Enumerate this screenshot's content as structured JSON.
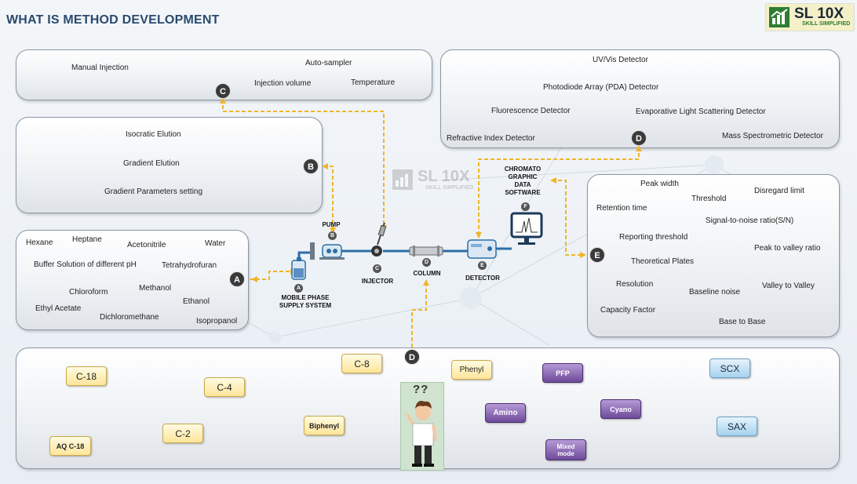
{
  "title": "WHAT IS METHOD  DEVELOPMENT",
  "logo": {
    "name": "SL 10X",
    "tagline": "SKILL SIMPLIFIED",
    "green": "#2e7d32",
    "dark": "#1c2a35",
    "background": "#f4f0c8"
  },
  "watermark": {
    "name": "SL 10X",
    "tagline": "SKILL SIMPLIFIED"
  },
  "colors": {
    "connector": "#f0b429",
    "badge": "#3a3a3a",
    "panel_border": "#8a97a6",
    "title": "#2a4a6e"
  },
  "injection_panel": {
    "badge": "C",
    "items": [
      "Manual Injection",
      "Auto-sampler",
      "Injection volume",
      "Temperature"
    ]
  },
  "elution_panel": {
    "badge": "B",
    "items": [
      "Isocratic Elution",
      "Gradient Elution",
      "Gradient Parameters setting"
    ]
  },
  "solvent_panel": {
    "badge": "A",
    "items": [
      "Hexane",
      "Heptane",
      "Acetonitrile",
      "Water",
      "Buffer Solution of different pH",
      "Tetrahydrofuran",
      "Chloroform",
      "Methanol",
      "Ethyl Acetate",
      "Ethanol",
      "Dichloromethane",
      "Isopropanol"
    ]
  },
  "detector_panel": {
    "badge": "D",
    "items": [
      "UV/Vis Detector",
      "Photodiode Array (PDA) Detector",
      "Fluorescence Detector",
      "Evaporative Light Scattering Detector",
      "Refractive Index Detector",
      "Mass Spectrometric Detector"
    ]
  },
  "software_panel": {
    "badge": "E",
    "items": [
      "Peak width",
      "Threshold",
      "Disregard limit",
      "Retention time",
      "Signal-to-noise ratio(S/N)",
      "Reporting threshold",
      "Peak to valley ratio",
      "Theoretical Plates",
      "Resolution",
      "Baseline noise",
      "Valley to Valley",
      "Capacity Factor",
      "Base to Base"
    ]
  },
  "hplc": {
    "mobile_phase": {
      "badge": "A",
      "caption": "MOBILE PHASE\nSUPPLY SYSTEM"
    },
    "pump": {
      "badge": "B",
      "caption": "PUMP"
    },
    "injector": {
      "badge": "C",
      "caption": "INJECTOR"
    },
    "column": {
      "badge": "D",
      "caption": "COLUMN"
    },
    "detector": {
      "badge": "E",
      "caption": "DETECTOR"
    },
    "software": {
      "badge": "F",
      "caption": "CHROMATO\nGRAPHIC\nDATA\nSOFTWARE"
    }
  },
  "column_panel": {
    "badge": "D",
    "person_marks": "??",
    "chips": [
      {
        "label": "C-18",
        "style": "yellow"
      },
      {
        "label": "C-4",
        "style": "yellow"
      },
      {
        "label": "C-8",
        "style": "yellow"
      },
      {
        "label": "C-2",
        "style": "yellow"
      },
      {
        "label": "AQ C-18",
        "style": "yellow"
      },
      {
        "label": "Biphenyl",
        "style": "yellow"
      },
      {
        "label": "Phenyl",
        "style": "yellow"
      },
      {
        "label": "PFP",
        "style": "purple"
      },
      {
        "label": "Amino",
        "style": "purple"
      },
      {
        "label": "Cyano",
        "style": "purple"
      },
      {
        "label": "Mixed\nmode",
        "style": "purple"
      },
      {
        "label": "SCX",
        "style": "blue"
      },
      {
        "label": "SAX",
        "style": "blue"
      }
    ]
  }
}
